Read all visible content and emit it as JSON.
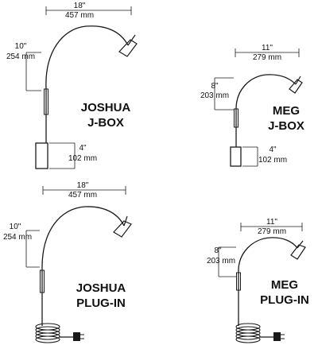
{
  "colors": {
    "ink": "#1a1a1a",
    "background": "#ffffff"
  },
  "lamps": [
    {
      "id": "joshua-jbox",
      "name_line1": "JOSHUA",
      "name_line2": "J-BOX",
      "arc_in": "18\"",
      "arc_mm": "457 mm",
      "height_in": "10\"",
      "height_mm": "254 mm",
      "box_in": "4\"",
      "box_mm": "102 mm"
    },
    {
      "id": "meg-jbox",
      "name_line1": "MEG",
      "name_line2": "J-BOX",
      "arc_in": "11\"",
      "arc_mm": "279 mm",
      "height_in": "8\"",
      "height_mm": "203 mm",
      "box_in": "4\"",
      "box_mm": "102 mm"
    },
    {
      "id": "joshua-plugin",
      "name_line1": "JOSHUA",
      "name_line2": "PLUG-IN",
      "arc_in": "18\"",
      "arc_mm": "457 mm",
      "height_in": "10\"",
      "height_mm": "254 mm"
    },
    {
      "id": "meg-plugin",
      "name_line1": "MEG",
      "name_line2": "PLUG-IN",
      "arc_in": "11\"",
      "arc_mm": "279 mm",
      "height_in": "8\"",
      "height_mm": "203 mm"
    }
  ]
}
